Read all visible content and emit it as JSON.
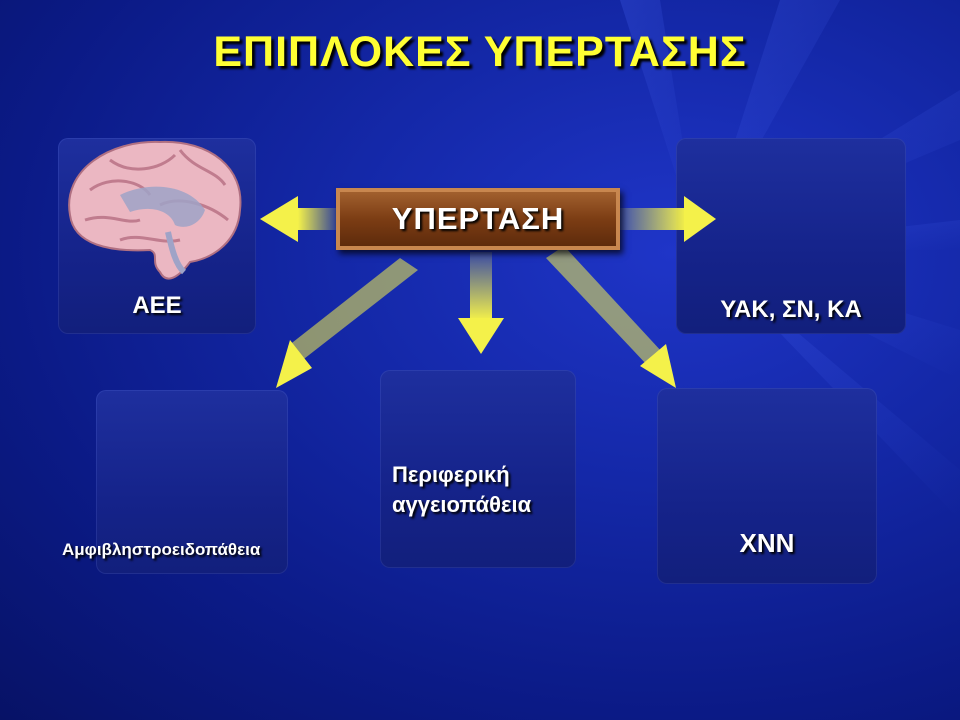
{
  "title": "ΕΠΙΠΛΟΚΕΣ ΥΠΕΡΤΑΣΗΣ",
  "center": {
    "label": "ΥΠΕΡΤΑΣΗ"
  },
  "nodes": {
    "brain": {
      "label": "ΑΕΕ",
      "icon": "brain-icon"
    },
    "heart": {
      "label": "ΥΑΚ, ΣΝ, ΚΑ",
      "icon": "heart-icon"
    },
    "eye": {
      "label": "Αμφιβληστροειδοπάθεια",
      "icon": "eye-icon"
    },
    "artery": {
      "label_line1": "Περιφερική",
      "label_line2": "αγγειοπάθεια",
      "icon": "artery-icon"
    },
    "kidney": {
      "label": "ΧΝΝ",
      "icon": "kidney-icon"
    }
  },
  "colors": {
    "title": "#ffff33",
    "arrow": "#f4f14a",
    "background": "#1428a8",
    "center_box": "#7c3d14"
  }
}
